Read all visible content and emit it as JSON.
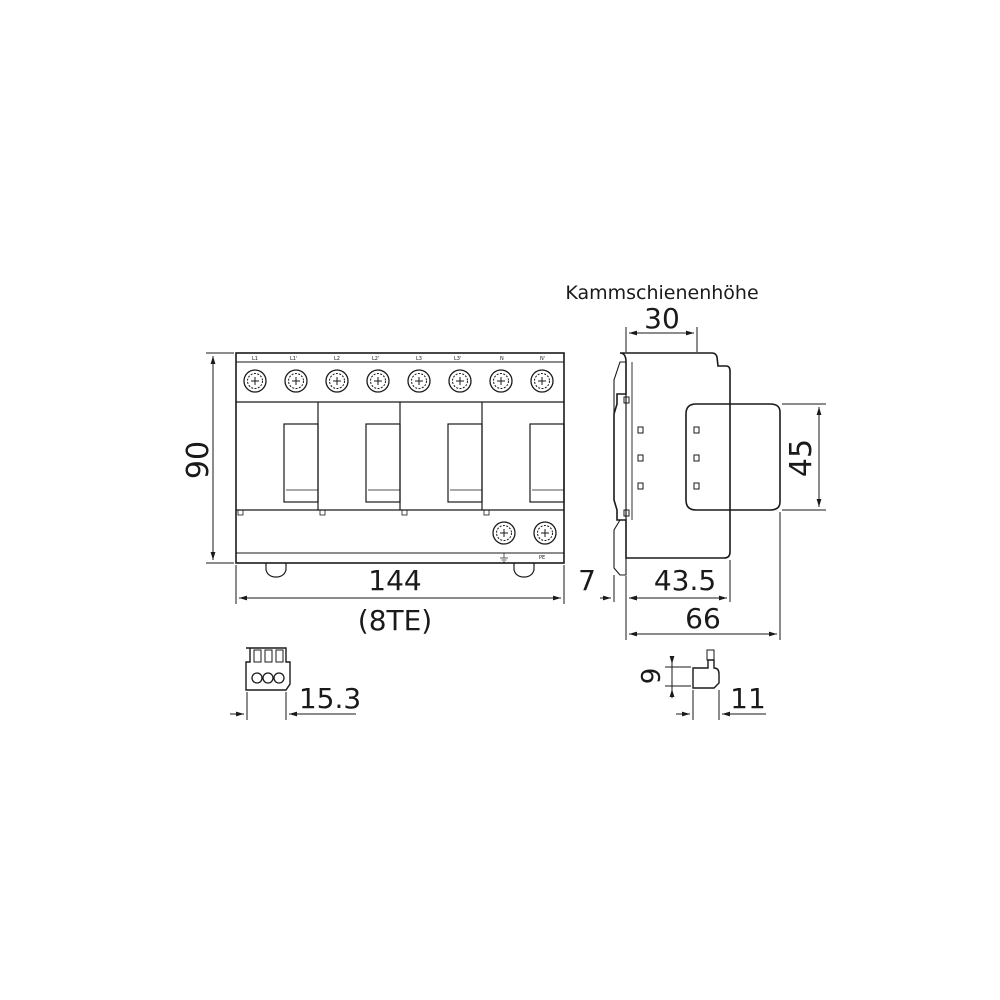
{
  "front_view": {
    "terminal_labels": [
      "L1",
      "L1'",
      "L2",
      "L2'",
      "L3",
      "L3'",
      "N",
      "N'"
    ],
    "pe_label": "PE",
    "dim_width": "144",
    "dim_width_units": "(8TE)",
    "dim_height": "90"
  },
  "side_view": {
    "caption": "Kammschienenhöhe",
    "dim_comb_height": "30",
    "dim_module_height": "45",
    "dim_offset": "7",
    "dim_depth_inner": "43.5",
    "dim_depth_total": "66"
  },
  "connector_view": {
    "dim_width": "15.3"
  },
  "small_part_view": {
    "dim_height": "9",
    "dim_width": "11"
  }
}
